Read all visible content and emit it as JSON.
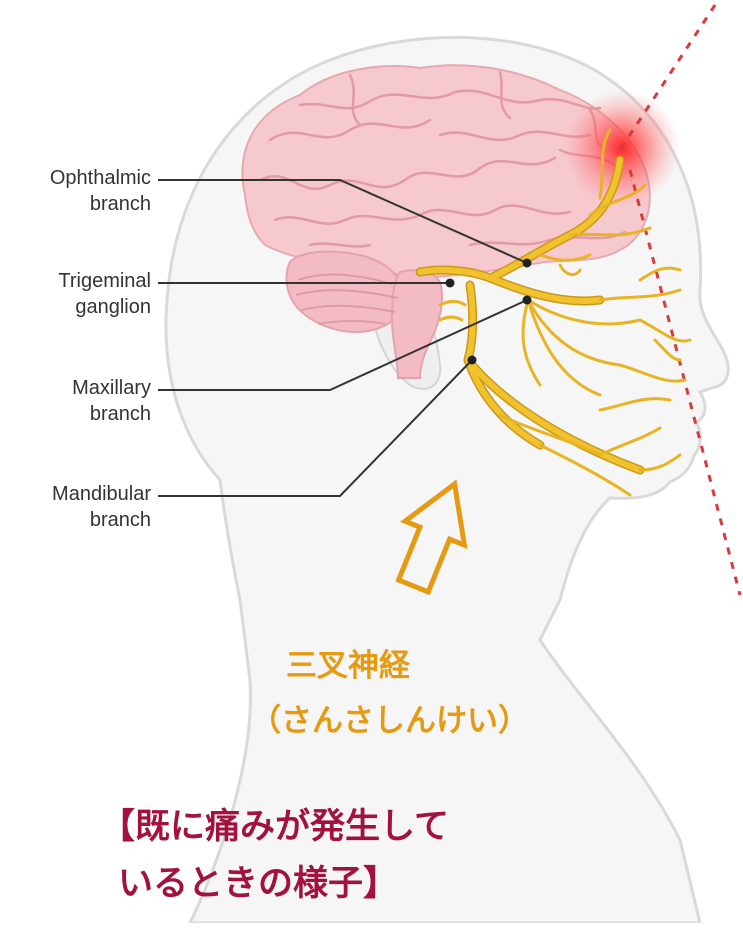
{
  "labels": {
    "ophthalmic": [
      "Ophthalmic",
      "branch"
    ],
    "trigeminal": [
      "Trigeminal",
      "ganglion"
    ],
    "maxillary": [
      "Maxillary",
      "branch"
    ],
    "mandibular": [
      "Mandibular",
      "branch"
    ]
  },
  "nerve_name": "三叉神経",
  "nerve_reading": "（さんさしんけい）",
  "caption": [
    "【既に痛みが発生して",
    "いるときの様子】"
  ],
  "colors": {
    "nerve": "#F2C12E",
    "nerve_outline": "#C99A1A",
    "brain": "#F6C9CF",
    "head_outline": "#D9D9D9",
    "pain": "#FF2B2B",
    "arrow": "#E59A11",
    "caption": "#A3123E",
    "leader": "#333333"
  }
}
